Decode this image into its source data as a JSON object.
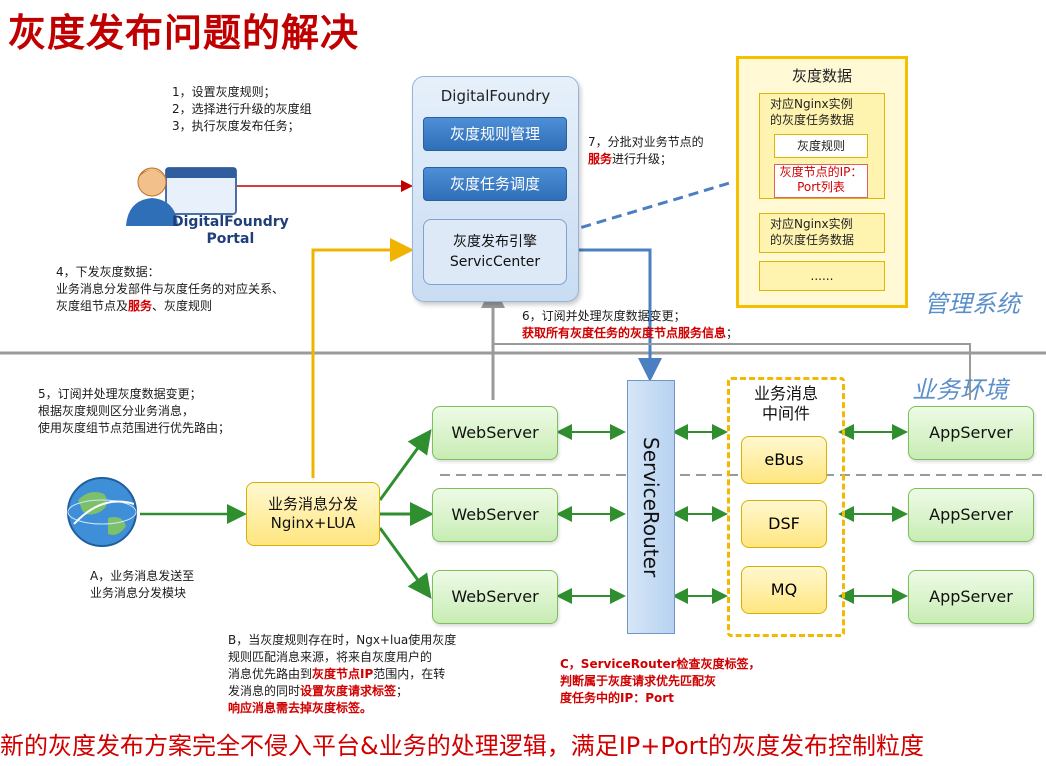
{
  "title": "灰度发布问题的解决",
  "notes": {
    "steps_1_3": [
      "1，设置灰度规则；",
      "2，选择进行升级的灰度组",
      "3，执行灰度发布任务；"
    ],
    "portal_label": [
      "DigitalFoundry",
      "Portal"
    ],
    "step4": [
      "4，下发灰度数据：",
      "业务消息分发部件与灰度任务的对应关系、"
    ],
    "step4_line3_a": "灰度组节点及",
    "step4_line3_red": "服务",
    "step4_line3_b": "、灰度规则",
    "step5": [
      "5，订阅并处理灰度数据变更；",
      "根据灰度规则区分业务消息，",
      "使用灰度组节点范围进行优先路由；"
    ],
    "step6_a": "6，订阅并处理灰度数据变更；",
    "step6_b_red": "获取所有灰度任务的灰度",
    "step6_b_red2": "节点服务信息",
    "step6_b_end": "；",
    "step7_a": "7，分批对业务节点的",
    "step7_red": "服务",
    "step7_b": "进行升级；",
    "stepA": [
      "A，业务消息发送至",
      "业务消息分发模块"
    ],
    "stepB_1": "B，当灰度规则存在时，Ngx+lua使用灰度",
    "stepB_2": "规则匹配消息来源，将来自灰度用户的",
    "stepB_3a": "消息优先路由到",
    "stepB_3red": "灰度节点IP",
    "stepB_3b": "范围内，在转",
    "stepB_4a": "发消息的同时",
    "stepB_4red": "设置灰度请求标签",
    "stepB_4b": "；",
    "stepB_5red": "响应消息需去掉灰度标签。",
    "stepC": [
      "C，ServiceRouter检查灰度标签，",
      "判断属于灰度请求优先匹配灰",
      "度任务中的IP：Port"
    ]
  },
  "digitalfoundry": {
    "title": "DigitalFoundry",
    "rule_mgmt": "灰度规则管理",
    "task_sched": "灰度任务调度",
    "engine_1": "灰度发布引擎",
    "engine_2": "ServicCenter"
  },
  "gray_data": {
    "title": "灰度数据",
    "inst1": [
      "对应Nginx实例",
      "的灰度任务数据"
    ],
    "rule": "灰度规则",
    "ip_port": [
      "灰度节点的IP：",
      "Port列表"
    ],
    "inst2": [
      "对应Nginx实例",
      "的灰度任务数据"
    ],
    "more": "......"
  },
  "sections": {
    "mgmt": "管理系统",
    "biz": "业务环境"
  },
  "nodes": {
    "dispatcher_1": "业务消息分发",
    "dispatcher_2": "Nginx+LUA",
    "web": [
      "WebServer",
      "WebServer",
      "WebServer"
    ],
    "service_router": "ServiceRouter",
    "mq_title": [
      "业务消息",
      "中间件"
    ],
    "mq": [
      "eBus",
      "DSF",
      "MQ"
    ],
    "app": [
      "AppServer",
      "AppServer",
      "AppServer"
    ]
  },
  "footer": "新的灰度发布方案完全不侵入平台&业务的处理逻辑，满足IP+Port的灰度发布控制粒度"
}
